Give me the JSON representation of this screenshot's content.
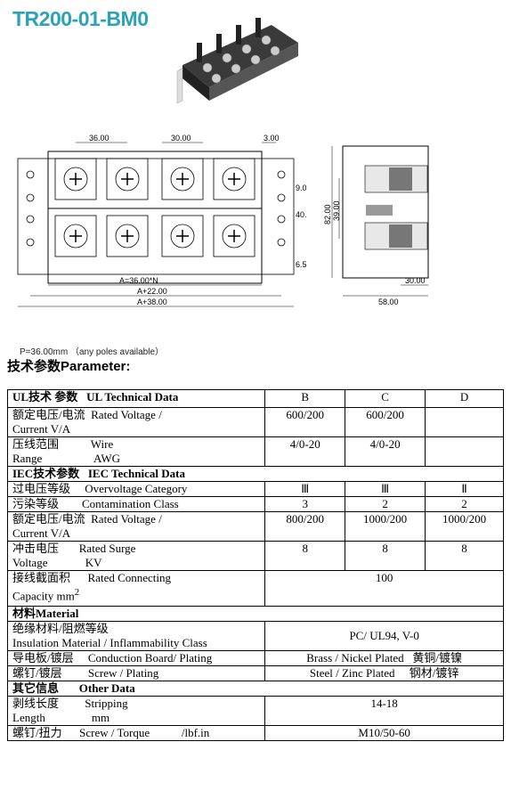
{
  "product_title": "TR200-01-BM0",
  "drawing": {
    "dims_top": [
      "36.00",
      "30.00",
      "3.00"
    ],
    "dims_right": [
      "9.00",
      "40.00",
      "6.50"
    ],
    "dims_bottom": [
      "A=36.00*N",
      "A+22.00",
      "A+38.00"
    ],
    "side_dims": [
      "82.00",
      "39.00",
      "30.00",
      "58.00"
    ]
  },
  "pitch_note": "P=36.00mm （any poles available）",
  "parameter_heading": "技术参数Parameter:",
  "table": {
    "ul_header": {
      "zh": "UL技术 参数",
      "en": "UL Technical Data"
    },
    "col_b": "B",
    "col_c": "C",
    "col_d": "D",
    "ul_voltage": {
      "zh": "额定电压/电流",
      "en1": "Rated Voltage /",
      "en2": "Current    V/A",
      "b": "600/200",
      "c": "600/200",
      "d": ""
    },
    "ul_wire": {
      "zh": "压线范围",
      "en1": "Wire",
      "zh2": "Range",
      "en2": "AWG",
      "b": "4/0-20",
      "c": "4/0-20",
      "d": ""
    },
    "iec_header": {
      "zh": "IEC技术参数",
      "en": "IEC Technical Data"
    },
    "overvoltage": {
      "zh": "过电压等级",
      "en": "Overvoltage Category",
      "b": "Ⅲ",
      "c": "Ⅲ",
      "d": "Ⅱ"
    },
    "contamination": {
      "zh": "污染等级",
      "en": "Contamination Class",
      "b": "3",
      "c": "2",
      "d": "2"
    },
    "iec_voltage": {
      "zh": "额定电压/电流",
      "en1": "Rated Voltage /",
      "en2": "Current    V/A",
      "b": "800/200",
      "c": "1000/200",
      "d": "1000/200"
    },
    "surge": {
      "zh": "冲击电压",
      "en1": "Rated Surge",
      "zh2": "Voltage",
      "en2": "KV",
      "b": "8",
      "c": "8",
      "d": "8"
    },
    "connecting": {
      "zh": "接线截面积",
      "en1": "Rated Connecting",
      "zh2": "Capacity  mm",
      "sup": "2",
      "value": "100"
    },
    "material_header": "材料Material",
    "insulation": {
      "zh": "绝缘材料/阻燃等级",
      "en": "Insulation Material / Inflammability Class",
      "value": "PC/ UL94, V-0"
    },
    "conduction": {
      "zh": "导电板/镀层",
      "en": "Conduction Board/ Plating",
      "value": "Brass / Nickel Plated   黄铜/镀镍"
    },
    "screw_plating": {
      "zh": "螺钉/镀层",
      "en": "Screw / Plating",
      "value": "Steel / Zinc Plated     钢材/镀锌"
    },
    "other_header": {
      "zh": "其它信息",
      "en": "Other Data"
    },
    "stripping": {
      "zh": "剥线长度",
      "en1": "Stripping",
      "zh2": "Length",
      "en2": "mm",
      "value": "14-18"
    },
    "torque": {
      "zh": "螺钉/扭力",
      "en": "Screw / Torque",
      "unit": "/lbf.in",
      "value": "M10/50-60"
    }
  }
}
